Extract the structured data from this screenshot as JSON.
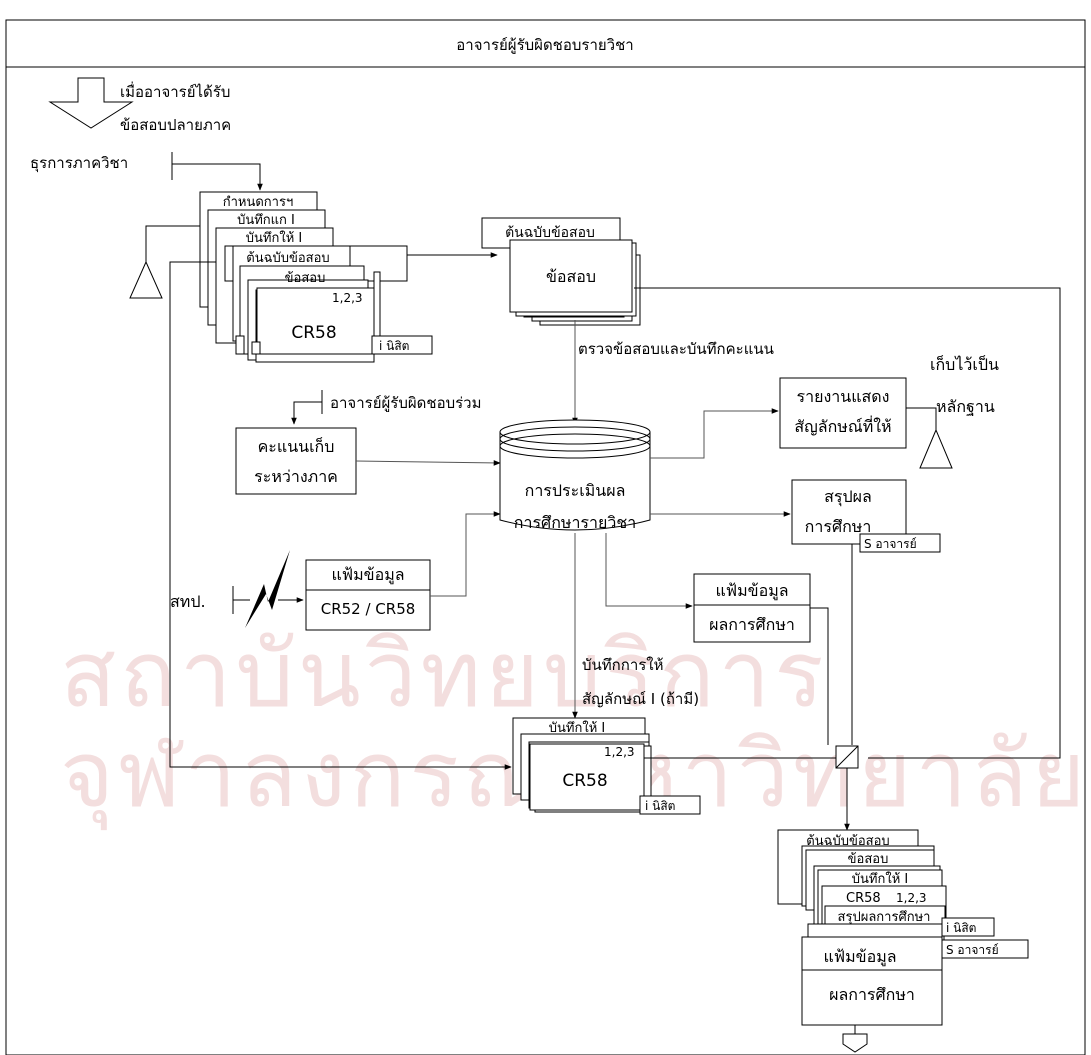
{
  "header": {
    "title": "อาจารย์ผู้รับผิดชอบรายวิชา"
  },
  "watermark": {
    "line1": "สถาบันวิทยบริการ",
    "line2": "จุฬาลงกรณ์มหาวิทยาลัย"
  },
  "start": {
    "trigger_line1": "เมื่ออาจารย์ได้รับ",
    "trigger_line2": "ข้อสอบปลายภาค",
    "from_label": "ธุรการภาควิชา"
  },
  "doc_stack_1": {
    "pages": [
      "กำหนดการฯ",
      "บันทึกแก I",
      "บันทึกให้ I",
      "ต้นฉบับข้อสอบ",
      "ข้อสอบ"
    ],
    "main": "CR58",
    "copies": "1,2,3",
    "tag": "i นิสิต"
  },
  "exam_stack": {
    "tab": "ต้นฉบับข้อสอบ",
    "main": "ข้อสอบ"
  },
  "grading_label": "ตรวจข้อสอบและบันทึกคะแนน",
  "co_instructor_label": "อาจารย์ผู้รับผิดชอบร่วม",
  "midterm_box": {
    "line1": "คะแนนเก็บ",
    "line2": "ระหว่างภาค"
  },
  "evaluation_db": {
    "line1": "การประเมินผล",
    "line2": "การศึกษารายวิชา"
  },
  "report_box": {
    "line1": "รายงานแสดง",
    "line2": "สัญลักษณ์ที่ให้"
  },
  "keep_label": {
    "line1": "เก็บไว้เป็น",
    "line2": "หลักฐาน"
  },
  "summary_box": {
    "line1": "สรุปผล",
    "line2": "การศึกษา",
    "tag": "S อาจารย์"
  },
  "stp_label": "สทป.",
  "data_file_box": {
    "line1": "แฟ้มข้อมูล",
    "line2": "CR52 / CR58"
  },
  "result_file_box": {
    "line1": "แฟ้มข้อมูล",
    "line2": "ผลการศึกษา"
  },
  "incomplete_label": {
    "line1": "บันทึกการให้",
    "line2": "สัญลักษณ์ I (ถ้ามี)"
  },
  "cr58_stack": {
    "tab": "บันทึกให้ I",
    "copies": "1,2,3",
    "main": "CR58",
    "tag": "i นิสิต"
  },
  "final_stack": {
    "pages": [
      "ต้นฉบับข้อสอบ",
      "ข้อสอบ",
      "บันทึกให้ I",
      "CR58",
      "สรุปผลการศึกษา"
    ],
    "cr58_copies": "1,2,3",
    "tag_student": "i นิสิต",
    "tag_teacher": "S อาจารย์",
    "file_line1": "แฟ้มข้อมูล",
    "file_line2": "ผลการศึกษา"
  },
  "colors": {
    "line": "#000000",
    "flow": "#333333",
    "watermark": "#f3dede",
    "background": "#ffffff"
  }
}
